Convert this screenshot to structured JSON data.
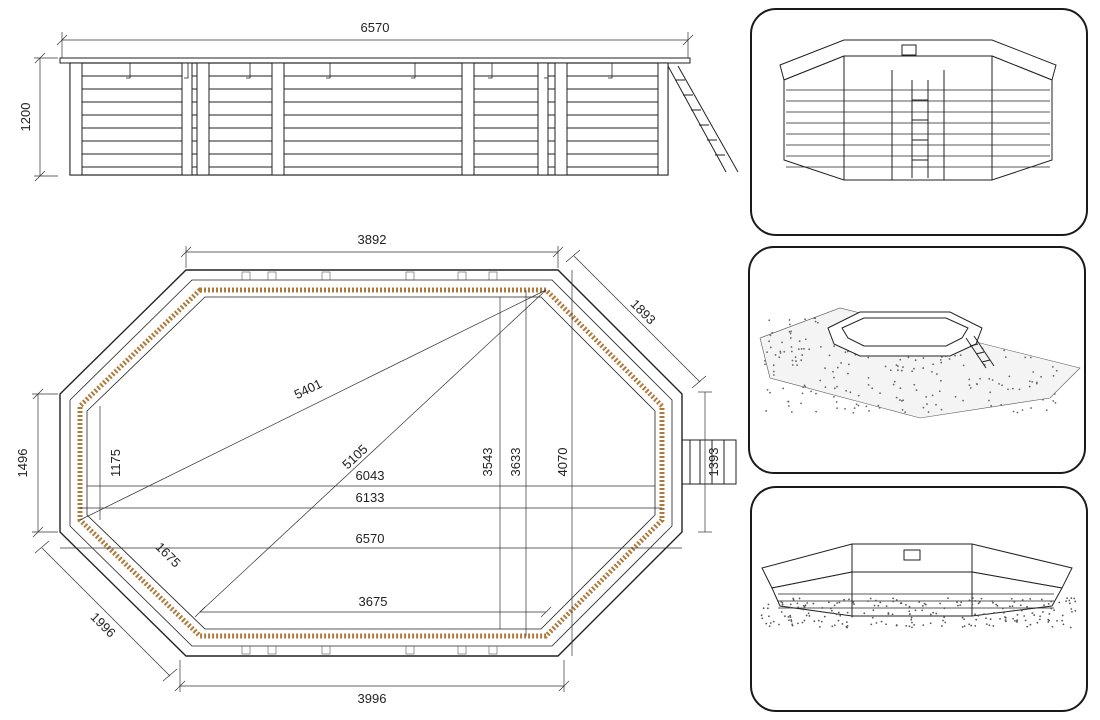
{
  "elevation": {
    "length_label": "6570",
    "height_label": "1200"
  },
  "plan": {
    "top_edge": "3892",
    "diagonal_edge": "1893",
    "diag_long": "5401",
    "diag_mid": "5105",
    "inner_width_1": "6043",
    "inner_width_2": "6133",
    "outer_width": "6570",
    "inner_bottom": "3675",
    "outer_bottom": "3996",
    "side_height": "1496",
    "inner_side": "1175",
    "height_inner": "3543",
    "height_mid": "3633",
    "height_outer": "4070",
    "lower_diag": "1675",
    "lower_outer_diag": "1996",
    "ladder_width": "1393"
  },
  "views": [
    {
      "name": "pool-front-perspective"
    },
    {
      "name": "pool-inground-perspective"
    },
    {
      "name": "pool-top-perspective"
    }
  ],
  "colors": {
    "line": "#222222",
    "liner": "#b07a3a"
  }
}
